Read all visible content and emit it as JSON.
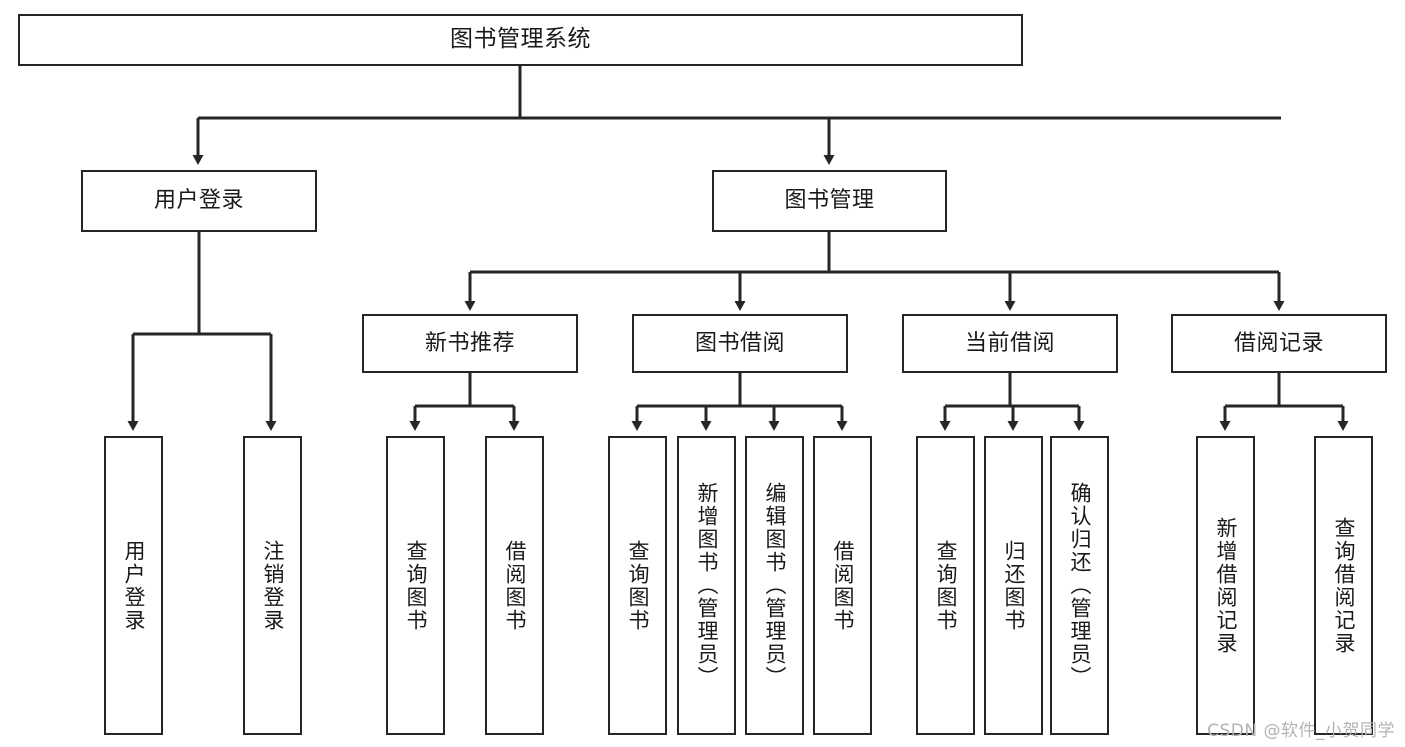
{
  "diagram": {
    "title": "图书管理系统",
    "watermark": "CSDN @软件_小贺同学",
    "style": {
      "stroke": "#262626",
      "fill": "#ffffff",
      "text": "#1a1a1a",
      "watermark_color": "#b3b3b3"
    },
    "nodes": {
      "root": {
        "label": "图书管理系统"
      },
      "level2": [
        {
          "label": "用户登录"
        },
        {
          "label": "图书管理"
        }
      ],
      "level3": [
        {
          "label": "新书推荐"
        },
        {
          "label": "图书借阅"
        },
        {
          "label": "当前借阅"
        },
        {
          "label": "借阅记录"
        }
      ],
      "leaves": {
        "user_login": [
          {
            "label": "用户登录"
          },
          {
            "label": "注销登录"
          }
        ],
        "new_book": [
          {
            "label": "查询图书"
          },
          {
            "label": "借阅图书"
          }
        ],
        "borrow_book": [
          {
            "label": "查询图书"
          },
          {
            "label": "新增图书（管理员）"
          },
          {
            "label": "编辑图书（管理员）"
          },
          {
            "label": "借阅图书"
          }
        ],
        "current_borrow": [
          {
            "label": "查询图书"
          },
          {
            "label": "归还图书"
          },
          {
            "label": "确认归还（管理员）"
          }
        ],
        "borrow_record": [
          {
            "label": "新增借阅记录"
          },
          {
            "label": "查询借阅记录"
          }
        ]
      }
    }
  }
}
